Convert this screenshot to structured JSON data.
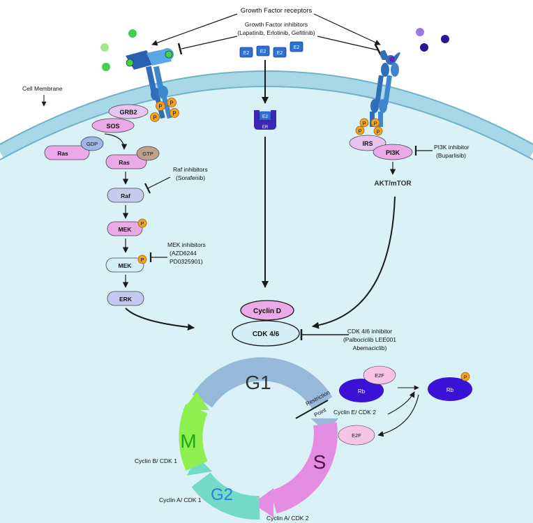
{
  "colors": {
    "cell": "#d9f1f7",
    "membrane": "#a8d8e8",
    "membrane_edge": "#6fb3c9",
    "receptor": "#2f6fb8",
    "phospho": "#f2a322",
    "rb": "#3a12d6",
    "e2f": "#f7c4e8",
    "g1": "#97b9d9",
    "s": "#e48be2",
    "g2": "#74d9c6",
    "m": "#8ef050"
  },
  "labels": {
    "growth_factor_receptors": "Growth Factor receptors",
    "gf_inhibitors_title": "Growth Factor inhibitors",
    "gf_inhibitors_drugs": "(Lapatinib, Erlotinib, Gefitinib)",
    "cell_membrane": "Cell Membrane",
    "e2": "E2",
    "er": "ER",
    "grb2": "GRB2",
    "sos": "SOS",
    "ras": "Ras",
    "gdp": "GDP",
    "gtp": "GTP",
    "raf": "Raf",
    "mek": "MEK",
    "erk": "ERK",
    "p": "P",
    "raf_inhibitors": "Raf inhibitors",
    "raf_drug": "(Sorafenib)",
    "mek_inhibitors": "MEK inhibitors",
    "mek_drug1": "(AZD6244",
    "mek_drug2": "PD0325901)",
    "irs": "IRS",
    "pi3k": "PI3K",
    "pi3k_inhibitor": "PI3K inhibitor",
    "pi3k_drug": "(Buparlisib)",
    "akt_mtor": "AKT/mTOR",
    "cyclin_d": "Cyclin D",
    "cdk46": "CDK 4/6",
    "cdk46_inhibitor": "CDK 4/6 inhibitor",
    "cdk46_drug1": "(Palbociclib LEE001",
    "cdk46_drug2": "Abemaciclib)",
    "g1": "G1",
    "s": "S",
    "g2": "G2",
    "m": "M",
    "restriction": "Restriction",
    "point": "Point",
    "rb": "Rb",
    "e2f": "E2F",
    "cyclin_e_cdk2": "Cyclin E/ CDK 2",
    "cyclin_b_cdk1": "Cyclin B/ CDK 1",
    "cyclin_a_cdk1": "Cyclin A/ CDK 1",
    "cyclin_a_cdk2": "Cyclin A/ CDK 2"
  }
}
